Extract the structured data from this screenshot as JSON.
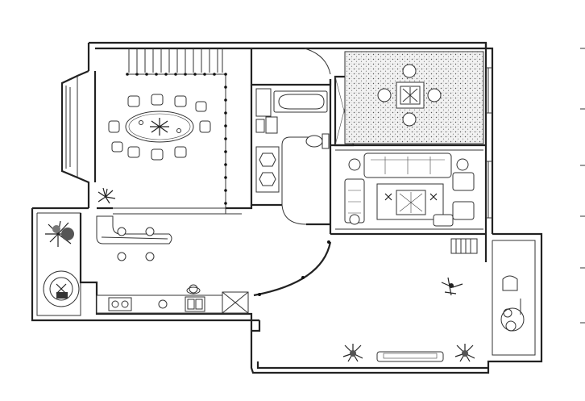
{
  "drawing": {
    "type": "floor-plan",
    "style": "black-and-white line drawing",
    "background": "#ffffff",
    "line_color": "#222222"
  },
  "rooms": [
    {
      "id": "dining-room",
      "furniture": [
        "oval-dining-table",
        "dining-chair-x10",
        "staircase",
        "potted-plant"
      ]
    },
    {
      "id": "bathroom",
      "furniture": [
        "bathtub",
        "toilet",
        "double-sink-vanity"
      ]
    },
    {
      "id": "bedroom",
      "furniture": [
        "square-table",
        "round-stool-x4",
        "carpet"
      ]
    },
    {
      "id": "living-room",
      "furniture": [
        "sofa-set",
        "coffee-table",
        "armchair-x4"
      ]
    },
    {
      "id": "kitchen",
      "furniture": [
        "breakfast-bar",
        "bar-stool-x4",
        "stove",
        "sink",
        "refrigerator"
      ]
    },
    {
      "id": "balcony",
      "furniture": [
        "round-lounge-chair",
        "potted-plant-x2"
      ]
    },
    {
      "id": "open-lounge",
      "furniture": [
        "bench",
        "chair",
        "round-side-table",
        "potted-plant-x2"
      ]
    }
  ]
}
